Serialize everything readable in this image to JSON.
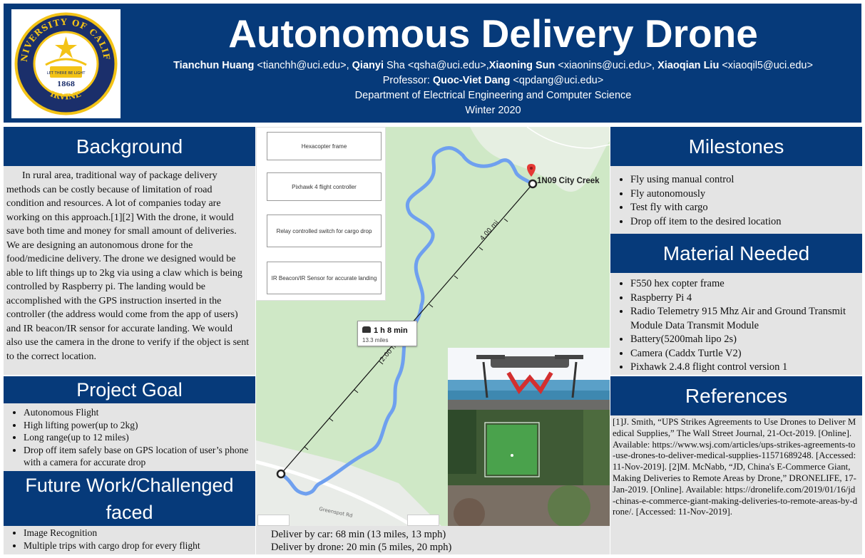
{
  "header": {
    "title": "Autonomous Delivery Drone",
    "authors": [
      {
        "name": "Tianchun Huang",
        "email": "<tianchh@uci.edu>",
        "sep": ", "
      },
      {
        "name": "Qianyi",
        "rest": " Sha",
        "email": "<qsha@uci.edu>",
        "sep": ","
      },
      {
        "name": "Xiaoning Sun",
        "email": "<xiaonins@uci.edu>",
        "sep": ", "
      },
      {
        "name": "Xiaoqian Liu",
        "email": "<xiaoqil5@uci.edu>",
        "sep": ""
      }
    ],
    "professor_label": "Professor: ",
    "professor_name": "Quoc-Viet Dang",
    "professor_email": "<qpdang@uci.edu>",
    "department": "Department of Electrical Engineering and Computer Science",
    "term": "Winter 2020"
  },
  "seal": {
    "text_top": "THE UNIVERSITY OF CALIFORNIA",
    "text_bottom": "IRVINE",
    "motto": "LET THERE BE LIGHT",
    "year": "1868"
  },
  "background": {
    "title": "Background",
    "text": "In rural area, traditional way of  package delivery methods can be costly because of limitation of road condition and resources. A lot of companies today are working on this approach.[1][2] With the drone, it would save both time and money for small amount of deliveries. We are designing an autonomous drone for the food/medicine delivery. The drone we designed would be able to lift things up to 2kg via using a claw which is being controlled by Raspberry pi. The landing would be accomplished with the GPS instruction inserted in the controller (the address would come from the app of users) and IR beacon/IR sensor for accurate landing. We would also use the camera in the drone to verify if the object is sent to the correct location."
  },
  "project_goal": {
    "title": "Project Goal",
    "items": [
      "Autonomous Flight",
      "High lifting power(up to 2kg)",
      "Long range(up to 12 miles)",
      "Drop off item safely base on GPS location of user’s phone with a camera for accurate drop"
    ]
  },
  "future_work": {
    "title": "Future Work/Challenged faced",
    "items": [
      "Image Recognition",
      "Multiple trips with cargo drop for every flight"
    ]
  },
  "flowchart": {
    "boxes": [
      "Hexacopter frame",
      "Pixhawk 4 flight controller",
      "Relay controlled switch for cargo drop",
      "IR Beacon/IR Sensor for accurate landing"
    ]
  },
  "map": {
    "destination": "1N09 City Creek",
    "route_time": "1 h 8 min",
    "route_distance": "13.3 miles",
    "dist_label_1": "4.00 mi",
    "dist_label_2": "2.00 mi",
    "road_label": "Greenspot Rd"
  },
  "delivery": {
    "car": "Deliver by car: 68 min (13 miles, 13 mph)",
    "drone": "Deliver by drone: 20 min (5 miles, 20 mph)"
  },
  "milestones": {
    "title": "Milestones",
    "items": [
      "Fly using manual control",
      "Fly autonomously",
      "Test fly with cargo",
      "Drop off item to the desired location"
    ]
  },
  "materials": {
    "title": "Material Needed",
    "items": [
      "F550 hex copter frame",
      "Raspberry Pi 4",
      "Radio Telemetry 915 Mhz Air and Ground Transmit Module Data Transmit Module",
      "Battery(5200mah lipo 2s)",
      "Camera (Caddx Turtle V2)",
      "Pixhawk 2.4.8 flight control version 1"
    ]
  },
  "references": {
    "title": "References",
    "text": "[1]J. Smith, “UPS Strikes Agreements to Use Drones to Deliver Medical Supplies,” The Wall Street Journal, 21-Oct-2019. [Online]. Available: https://www.wsj.com/articles/ups-strikes-agreements-to-use-drones-to-deliver-medical-supplies-11571689248. [Accessed: 11-Nov-2019]. [2]M. McNabb, “JD, China's E-Commerce Giant, Making Deliveries to Remote Areas by Drone,” DRONELIFE, 17-Jan-2019. [Online]. Available: https://dronelife.com/2019/01/16/jd-chinas-e-commerce-giant-making-deliveries-to-remote-areas-by-drone/. [Accessed: 11-Nov-2019]."
  },
  "colors": {
    "navy": "#063a7a",
    "panel": "#e4e4e4",
    "map_land": "#cfe8c6",
    "route": "#6fa0ef"
  }
}
